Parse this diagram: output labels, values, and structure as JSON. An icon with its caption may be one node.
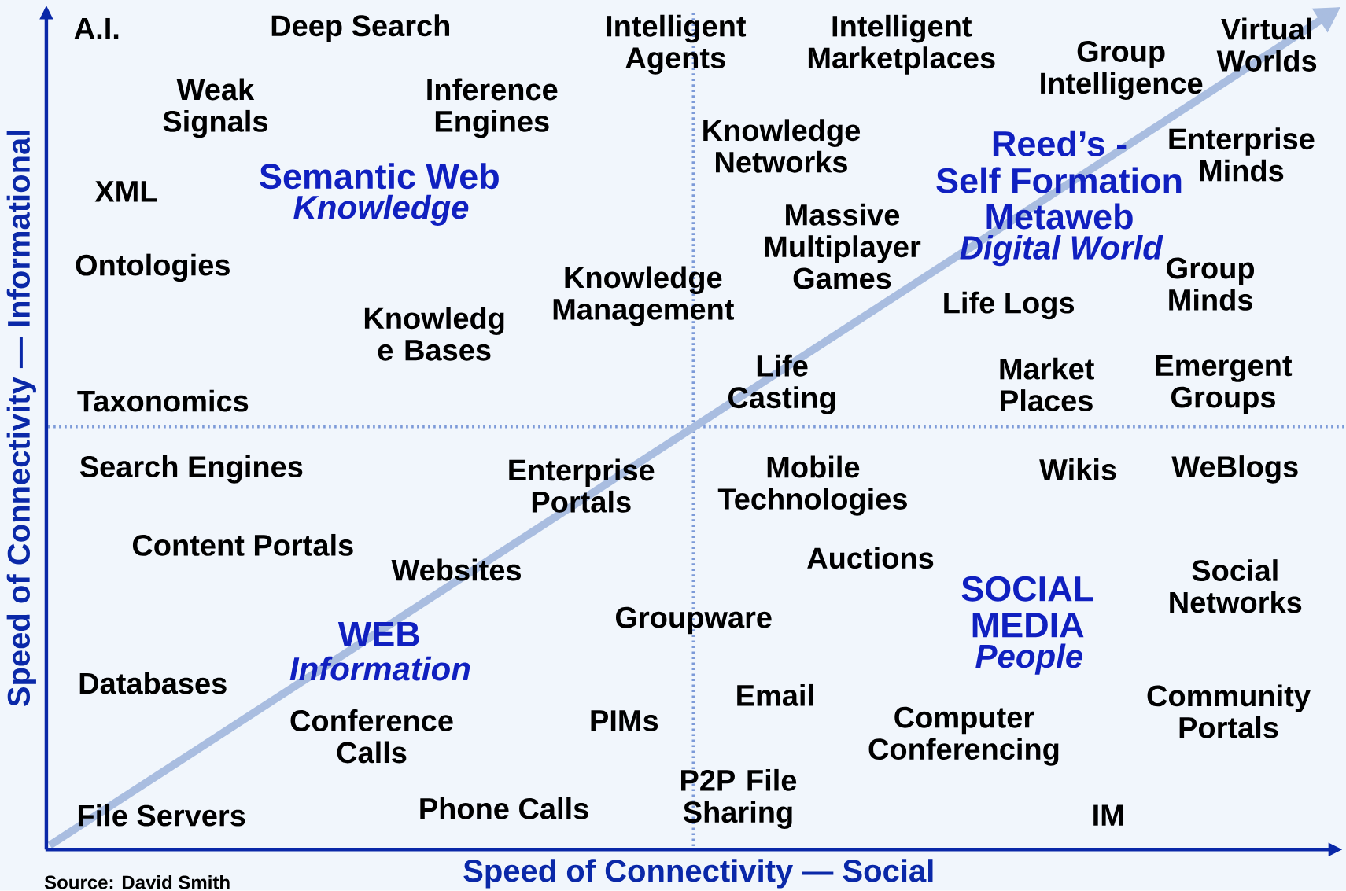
{
  "diagram": {
    "labels": [
      "A.I.",
      "Deep Search",
      "Intelligent Agents",
      "Intelligent Marketplaces",
      "Group Intelligence",
      "Virtual Worlds",
      "Weak Signals",
      "Inference Engines",
      "Knowledge Networks",
      "Reed’s -",
      "Self Formation",
      "Metaweb",
      "Enterprise Minds",
      "Semantic Web",
      "Knowledge",
      "XML",
      "Massive Multiplayer Games",
      "Digital World",
      "Ontologies",
      "Group Minds",
      "Knowledge Management",
      "Knowledg e Bases",
      "Life Logs",
      "Life Casting",
      "Market Places",
      "Emergent Groups",
      "Taxonomics",
      "Search Engines",
      "Enterprise Portals",
      "Mobile Technologies",
      "Wikis",
      "WeBlogs",
      "Content Portals",
      "Auctions",
      "Websites",
      "SOCIAL MEDIA",
      "Social Networks",
      "Groupware",
      "WEB",
      "People",
      "Information",
      "Databases",
      "Email",
      "Community Portals",
      "Conference Calls",
      "PIMs",
      "Computer Conferencing",
      "P2P File Sharing",
      "Phone Calls",
      "File Servers",
      "IM",
      "Speed of Connectivity — Informational",
      "Speed of Connectivity — Social",
      "Source: David Smith"
    ]
  }
}
